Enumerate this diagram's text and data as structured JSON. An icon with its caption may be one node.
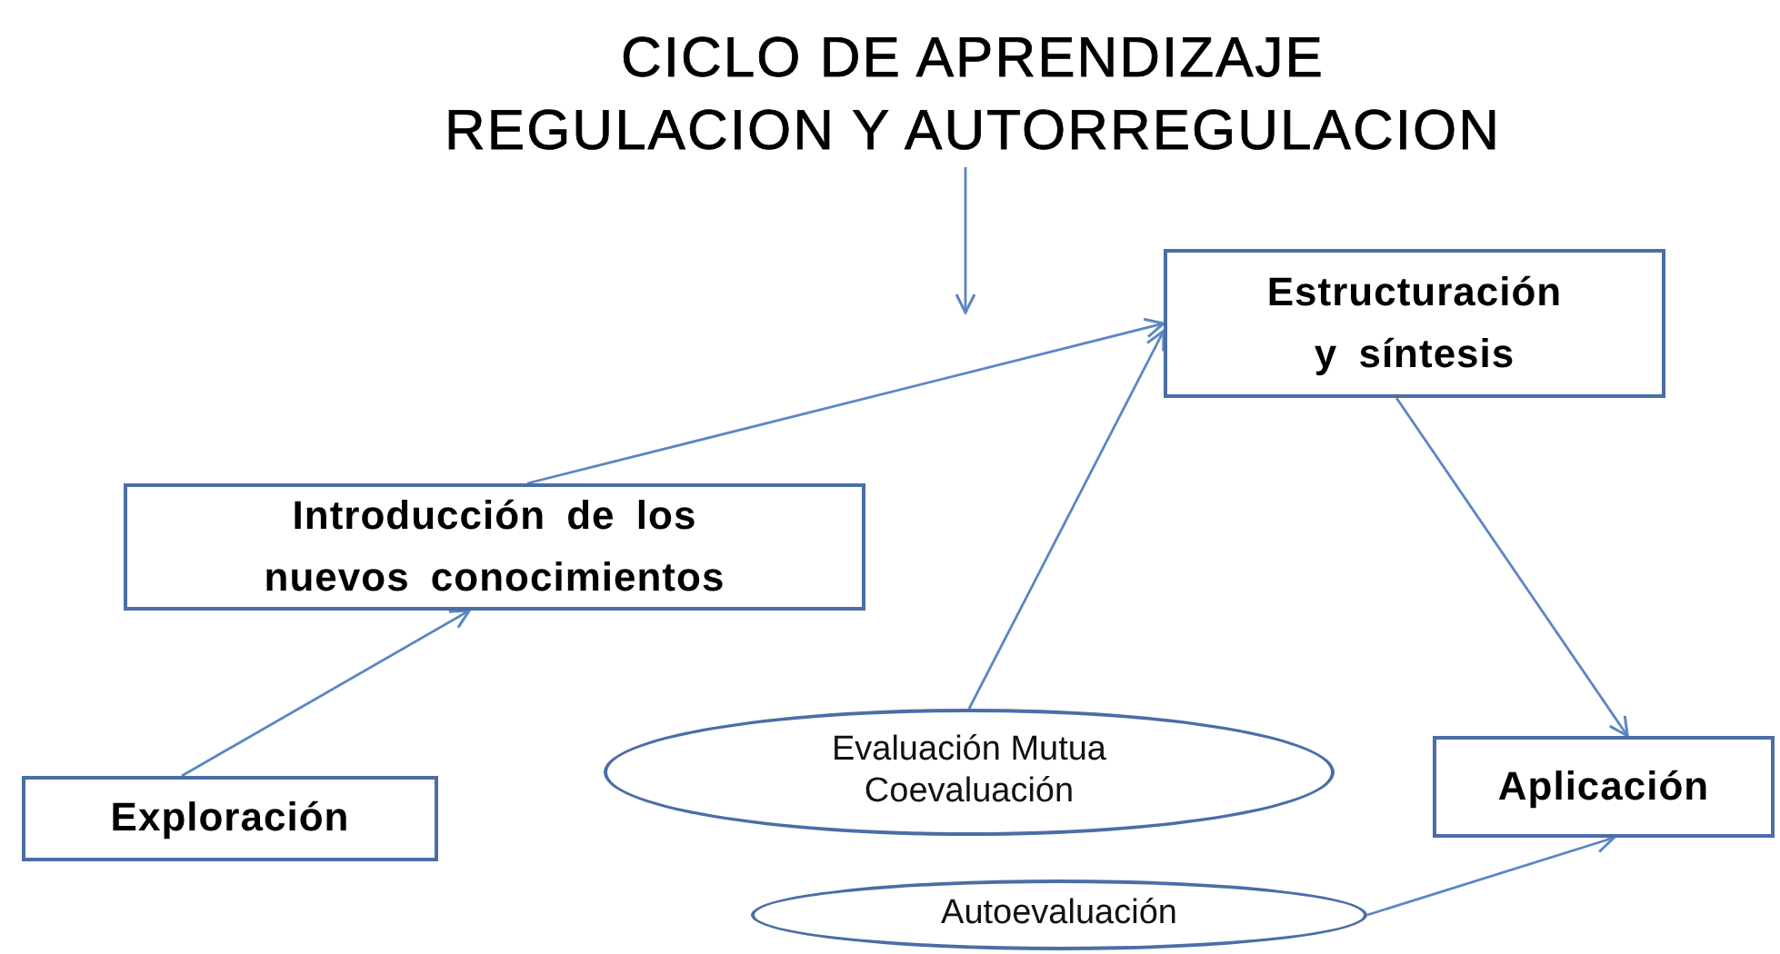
{
  "diagram": {
    "nodes": [
      {
        "text": [
          "CICLO DE APRENDIZAJE REGULACION Y AUTORREGULACION"
        ]
      },
      {
        "text": [
          "Estructuración y síntesis"
        ]
      },
      {
        "text": [
          "Introducción de los nuevos conocimientos"
        ]
      },
      {
        "text": [
          "Exploración"
        ]
      },
      {
        "text": [
          "Evaluación Mutua Coevaluación"
        ]
      },
      {
        "text": [
          "Aplicación"
        ]
      },
      {
        "text": [
          "Autoevaluación"
        ]
      }
    ],
    "edges": [
      {
        "from": 0,
        "to": null,
        "arrow": "to"
      },
      {
        "from": 2,
        "to": 1,
        "arrow": "to"
      },
      {
        "from": 3,
        "to": 2,
        "arrow": "to"
      },
      {
        "from": 4,
        "to": 1,
        "arrow": "to"
      },
      {
        "from": 1,
        "to": 5,
        "arrow": "to"
      },
      {
        "from": 6,
        "to": 5,
        "arrow": "to"
      }
    ]
  }
}
